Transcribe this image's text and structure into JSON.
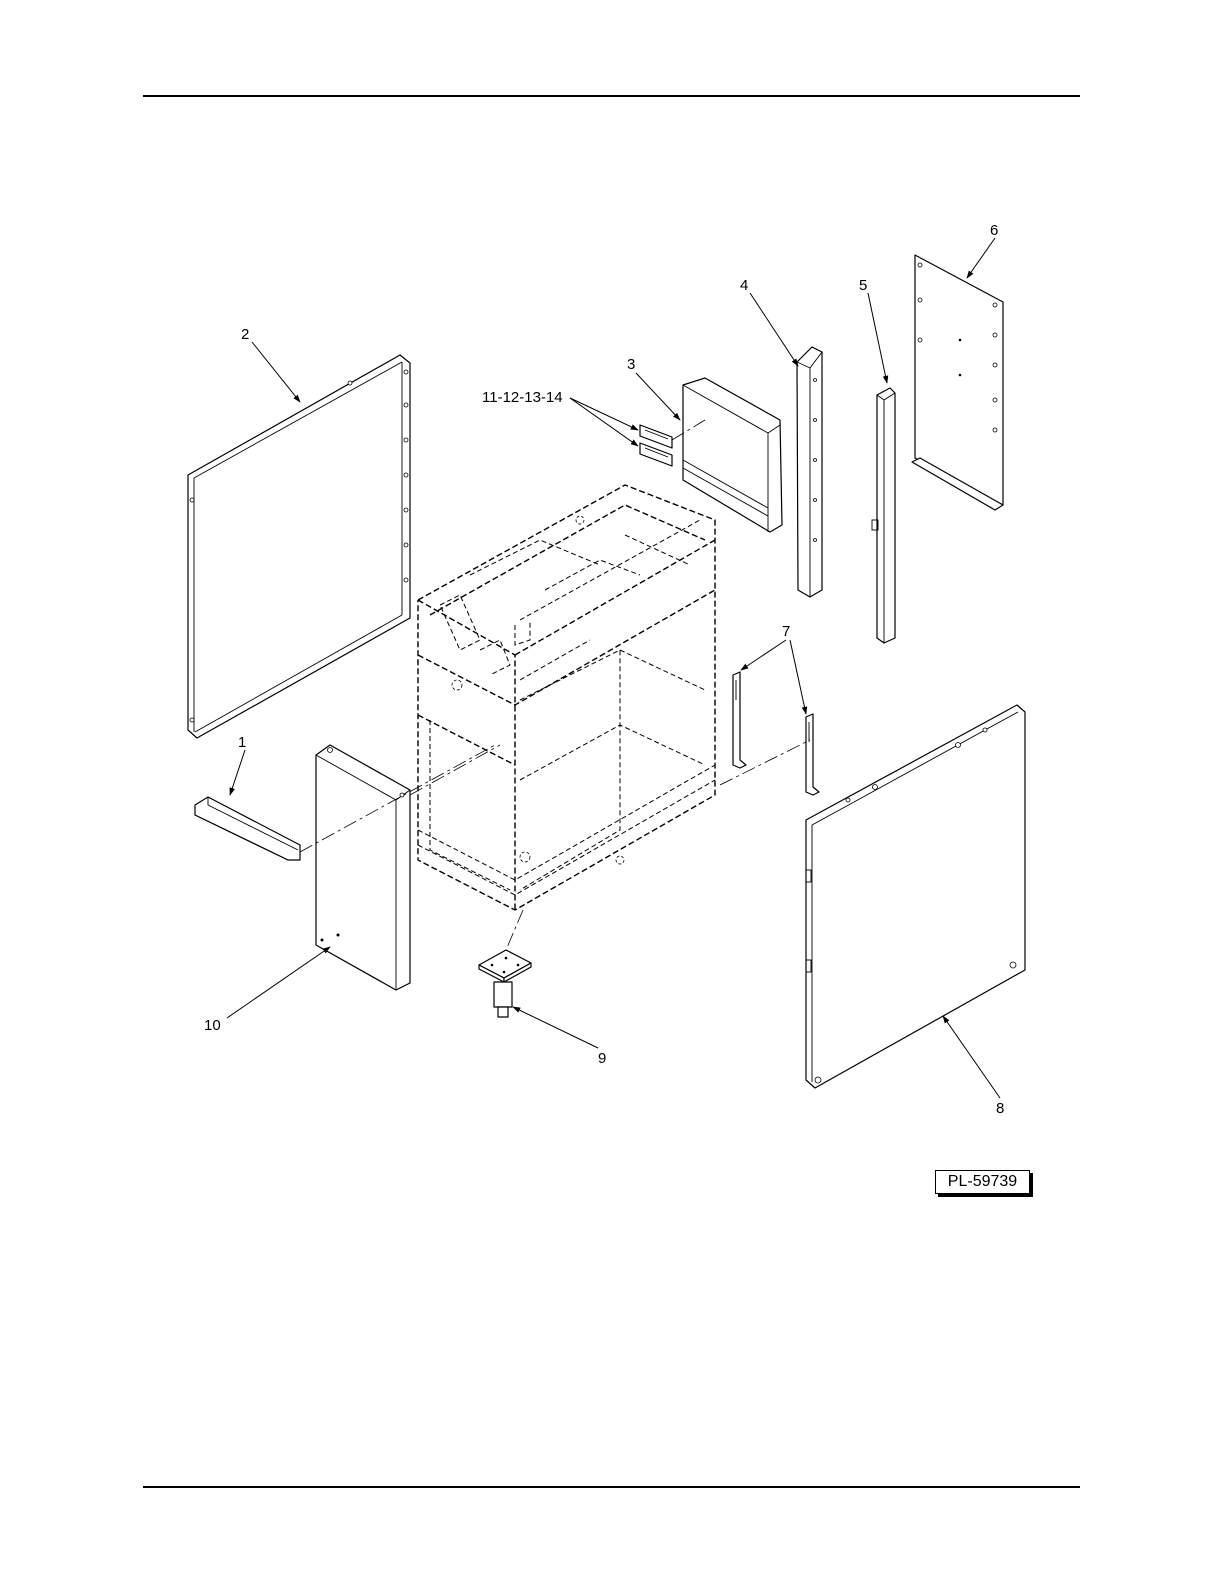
{
  "drawing_id": "PL-59739",
  "callouts": {
    "c1": "1",
    "c2": "2",
    "c3": "3",
    "c4": "4",
    "c5": "5",
    "c6": "6",
    "c7": "7",
    "c8": "8",
    "c9": "9",
    "c10": "10",
    "c11": "11-12-13-14"
  }
}
